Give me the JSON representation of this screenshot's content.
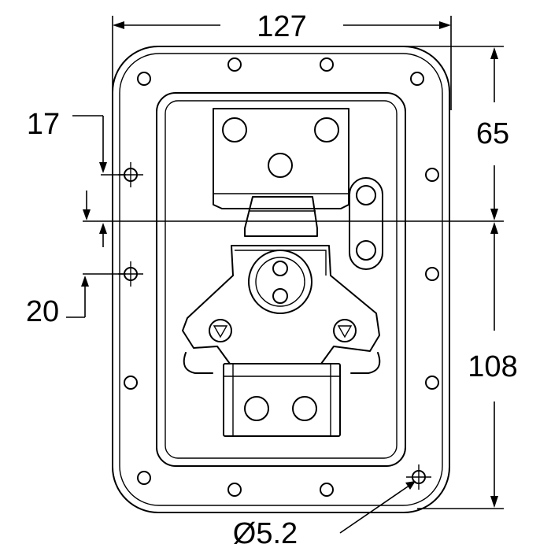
{
  "drawing": {
    "dimensions": {
      "overall_width": "127",
      "upper_height": "65",
      "lower_height": "108",
      "hole_offset_top": "17",
      "hole_offset_bottom": "20",
      "hole_diameter": "Ø5.2"
    },
    "colors": {
      "line": "#000000",
      "background": "#ffffff"
    }
  }
}
